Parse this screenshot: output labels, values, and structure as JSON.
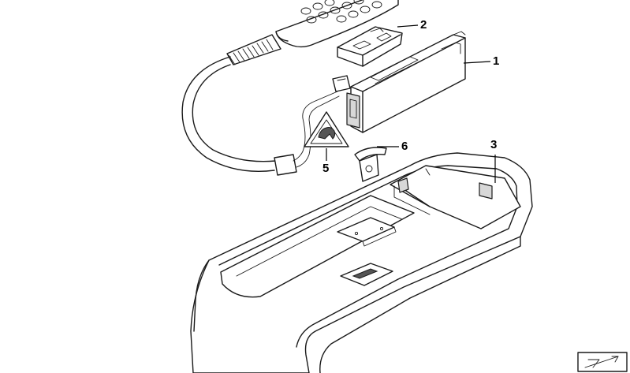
{
  "diagram": {
    "callouts": [
      {
        "id": "1",
        "label": "1"
      },
      {
        "id": "2",
        "label": "2"
      },
      {
        "id": "3",
        "label": "3"
      },
      {
        "id": "5",
        "label": "5"
      },
      {
        "id": "6",
        "label": "6"
      }
    ],
    "colors": {
      "line": "#1a1a1a",
      "fill": "#ffffff",
      "shade": "#d8d8d8"
    }
  }
}
